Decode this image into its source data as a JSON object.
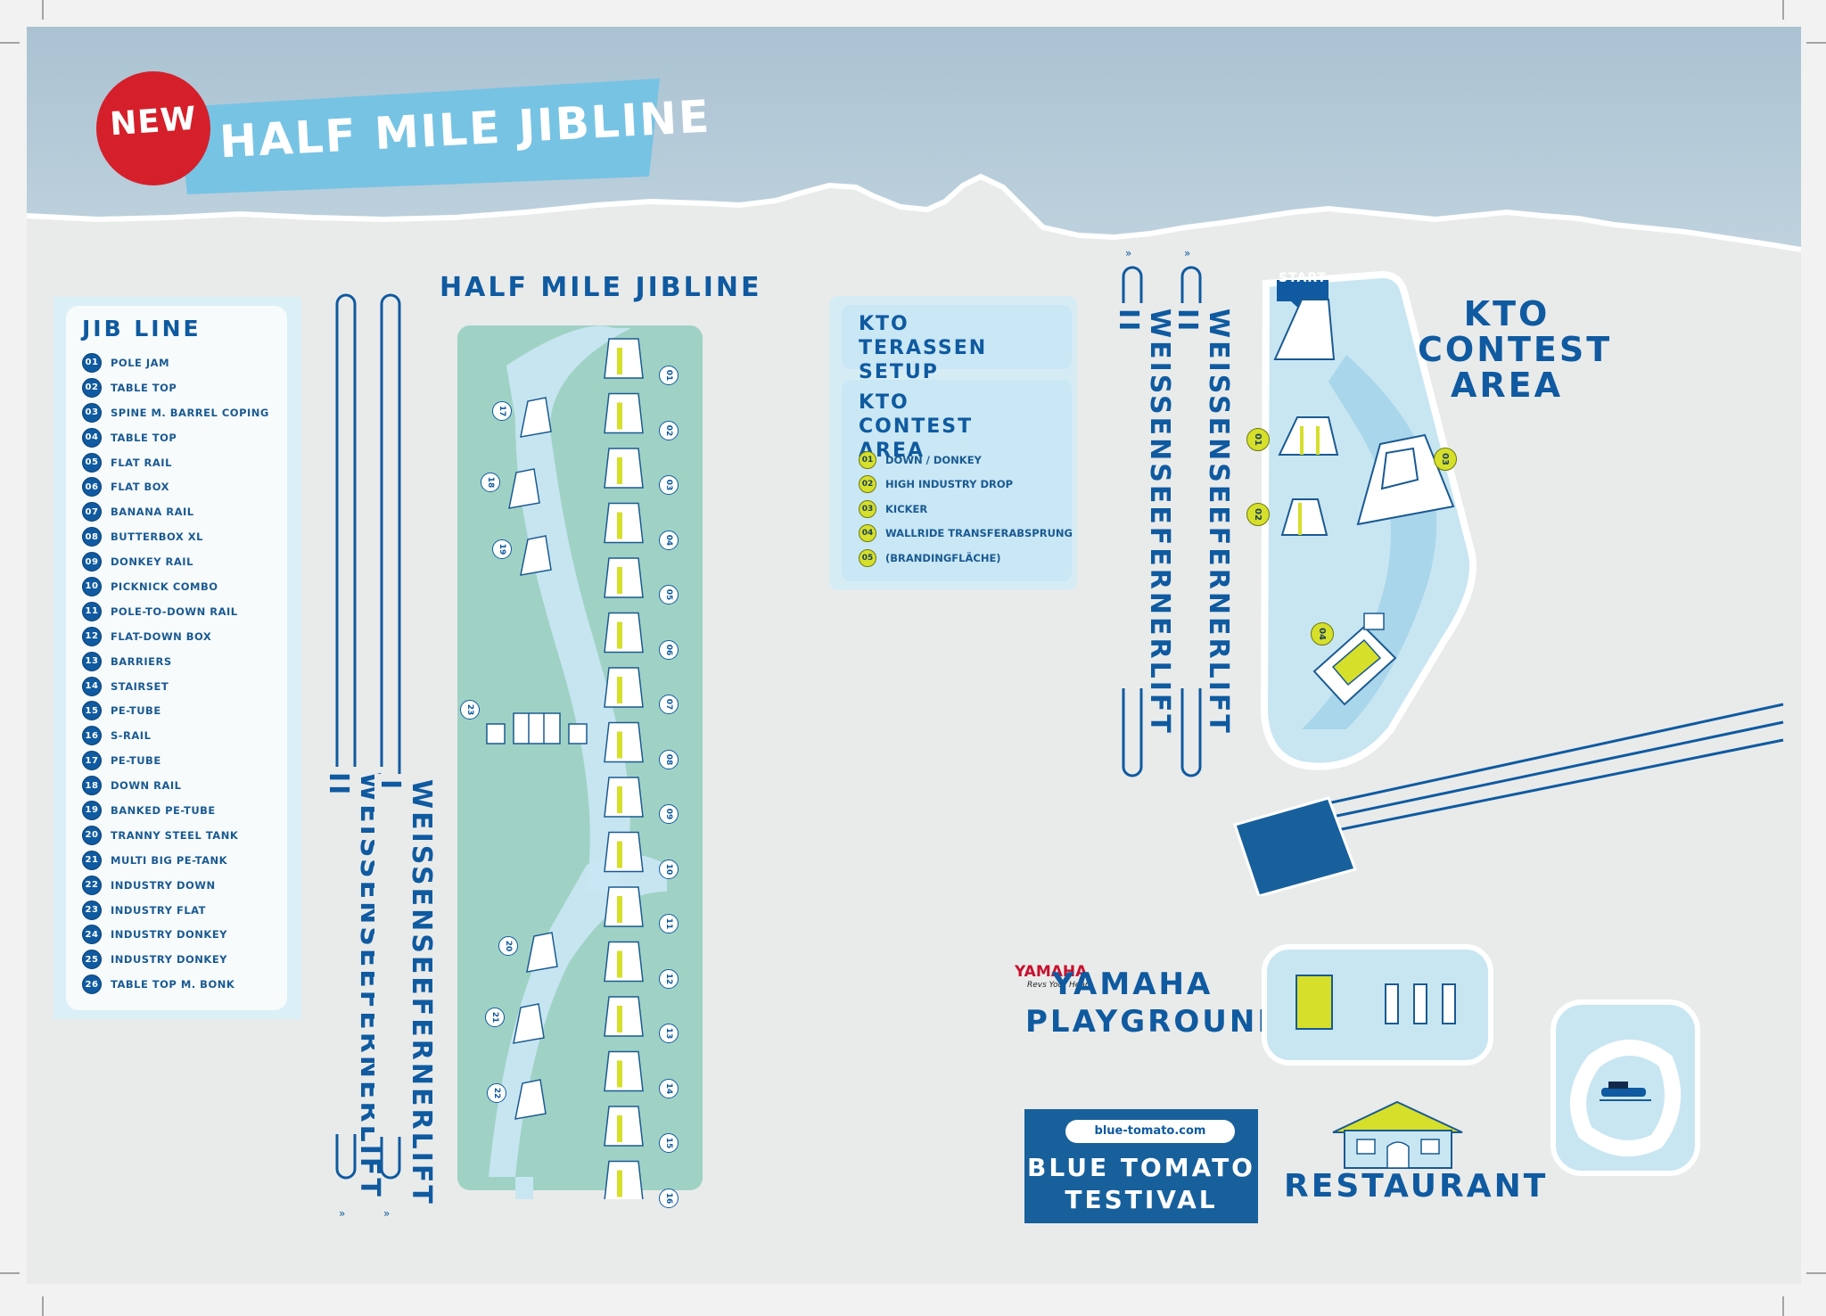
{
  "header": {
    "new_badge": "NEW",
    "banner_title": "HALF MILE JIBLINE"
  },
  "jibline": {
    "section_title": "HALF MILE JIBLINE",
    "legend_title": "JIB LINE",
    "items": [
      {
        "num": "01",
        "label": "POLE JAM"
      },
      {
        "num": "02",
        "label": "TABLE TOP"
      },
      {
        "num": "03",
        "label": "SPINE M. BARREL COPING"
      },
      {
        "num": "04",
        "label": "TABLE TOP"
      },
      {
        "num": "05",
        "label": "FLAT RAIL"
      },
      {
        "num": "06",
        "label": "FLAT BOX"
      },
      {
        "num": "07",
        "label": "BANANA RAIL"
      },
      {
        "num": "08",
        "label": "BUTTERBOX XL"
      },
      {
        "num": "09",
        "label": "DONKEY RAIL"
      },
      {
        "num": "10",
        "label": "PICKNICK COMBO"
      },
      {
        "num": "11",
        "label": "POLE-TO-DOWN RAIL"
      },
      {
        "num": "12",
        "label": "FLAT-DOWN BOX"
      },
      {
        "num": "13",
        "label": "BARRIERS"
      },
      {
        "num": "14",
        "label": "STAIRSET"
      },
      {
        "num": "15",
        "label": "PE-TUBE"
      },
      {
        "num": "16",
        "label": "S-RAIL"
      },
      {
        "num": "17",
        "label": "PE-TUBE"
      },
      {
        "num": "18",
        "label": "DOWN RAIL"
      },
      {
        "num": "19",
        "label": "BANKED PE-TUBE"
      },
      {
        "num": "20",
        "label": "TRANNY STEEL TANK"
      },
      {
        "num": "21",
        "label": "MULTI BIG PE-TANK"
      },
      {
        "num": "22",
        "label": "INDUSTRY DOWN"
      },
      {
        "num": "23",
        "label": "INDUSTRY FLAT"
      },
      {
        "num": "24",
        "label": "INDUSTRY DONKEY"
      },
      {
        "num": "25",
        "label": "INDUSTRY DONKEY"
      },
      {
        "num": "26",
        "label": "TABLE TOP M. BONK"
      }
    ],
    "course_numbers_right": [
      "01",
      "02",
      "03",
      "04",
      "05",
      "06",
      "07",
      "08",
      "09",
      "10",
      "11",
      "12",
      "13",
      "14",
      "15",
      "16"
    ],
    "course_numbers_left": [
      "17",
      "18",
      "19",
      "20",
      "21",
      "22"
    ],
    "course_number_center": "23"
  },
  "lifts": {
    "left_outer": "WEISSENSEEFERNERLIFT II",
    "left_inner": "WEISSENSEEFERNERLIFT I",
    "right_a": "WEISSENSEEFERNERLIFT II",
    "right_b": "WEISSENSEEFERNERLIFT II"
  },
  "kto_info": {
    "terassen_title": "KTO TERASSEN SETUP",
    "contest_title": "KTO CONTEST AREA",
    "items": [
      {
        "num": "01",
        "label": "DOWN / DONKEY"
      },
      {
        "num": "02",
        "label": "HIGH INDUSTRY DROP"
      },
      {
        "num": "03",
        "label": "KICKER"
      },
      {
        "num": "04",
        "label": "WALLRIDE TRANSFERABSPRUNG"
      },
      {
        "num": "05",
        "label": "(BRANDINGFLÄCHE)"
      }
    ]
  },
  "kto_area": {
    "label_line1": "KTO",
    "label_line2": "CONTEST",
    "label_line3": "AREA",
    "start_label": "START",
    "numbers": [
      "01",
      "02",
      "03",
      "04"
    ]
  },
  "yamaha": {
    "brand": "YAMAHA",
    "tagline": "Revs Your Heart",
    "label_line1": "YAMAHA",
    "label_line2": "PLAYGROUND"
  },
  "blue_tomato": {
    "url": "blue-tomato.com",
    "title_line1": "BLUE TOMATO",
    "title_line2": "TESTIVAL"
  },
  "restaurant": {
    "label": "RESTAURANT"
  },
  "colors": {
    "navy": "#0f5aa0",
    "course_green": "#9fd2c5",
    "lane_blue": "#c8e6f2",
    "accent_yellow": "#d6df2a",
    "badge_red": "#d5202b",
    "tomato_box": "#17609c"
  }
}
